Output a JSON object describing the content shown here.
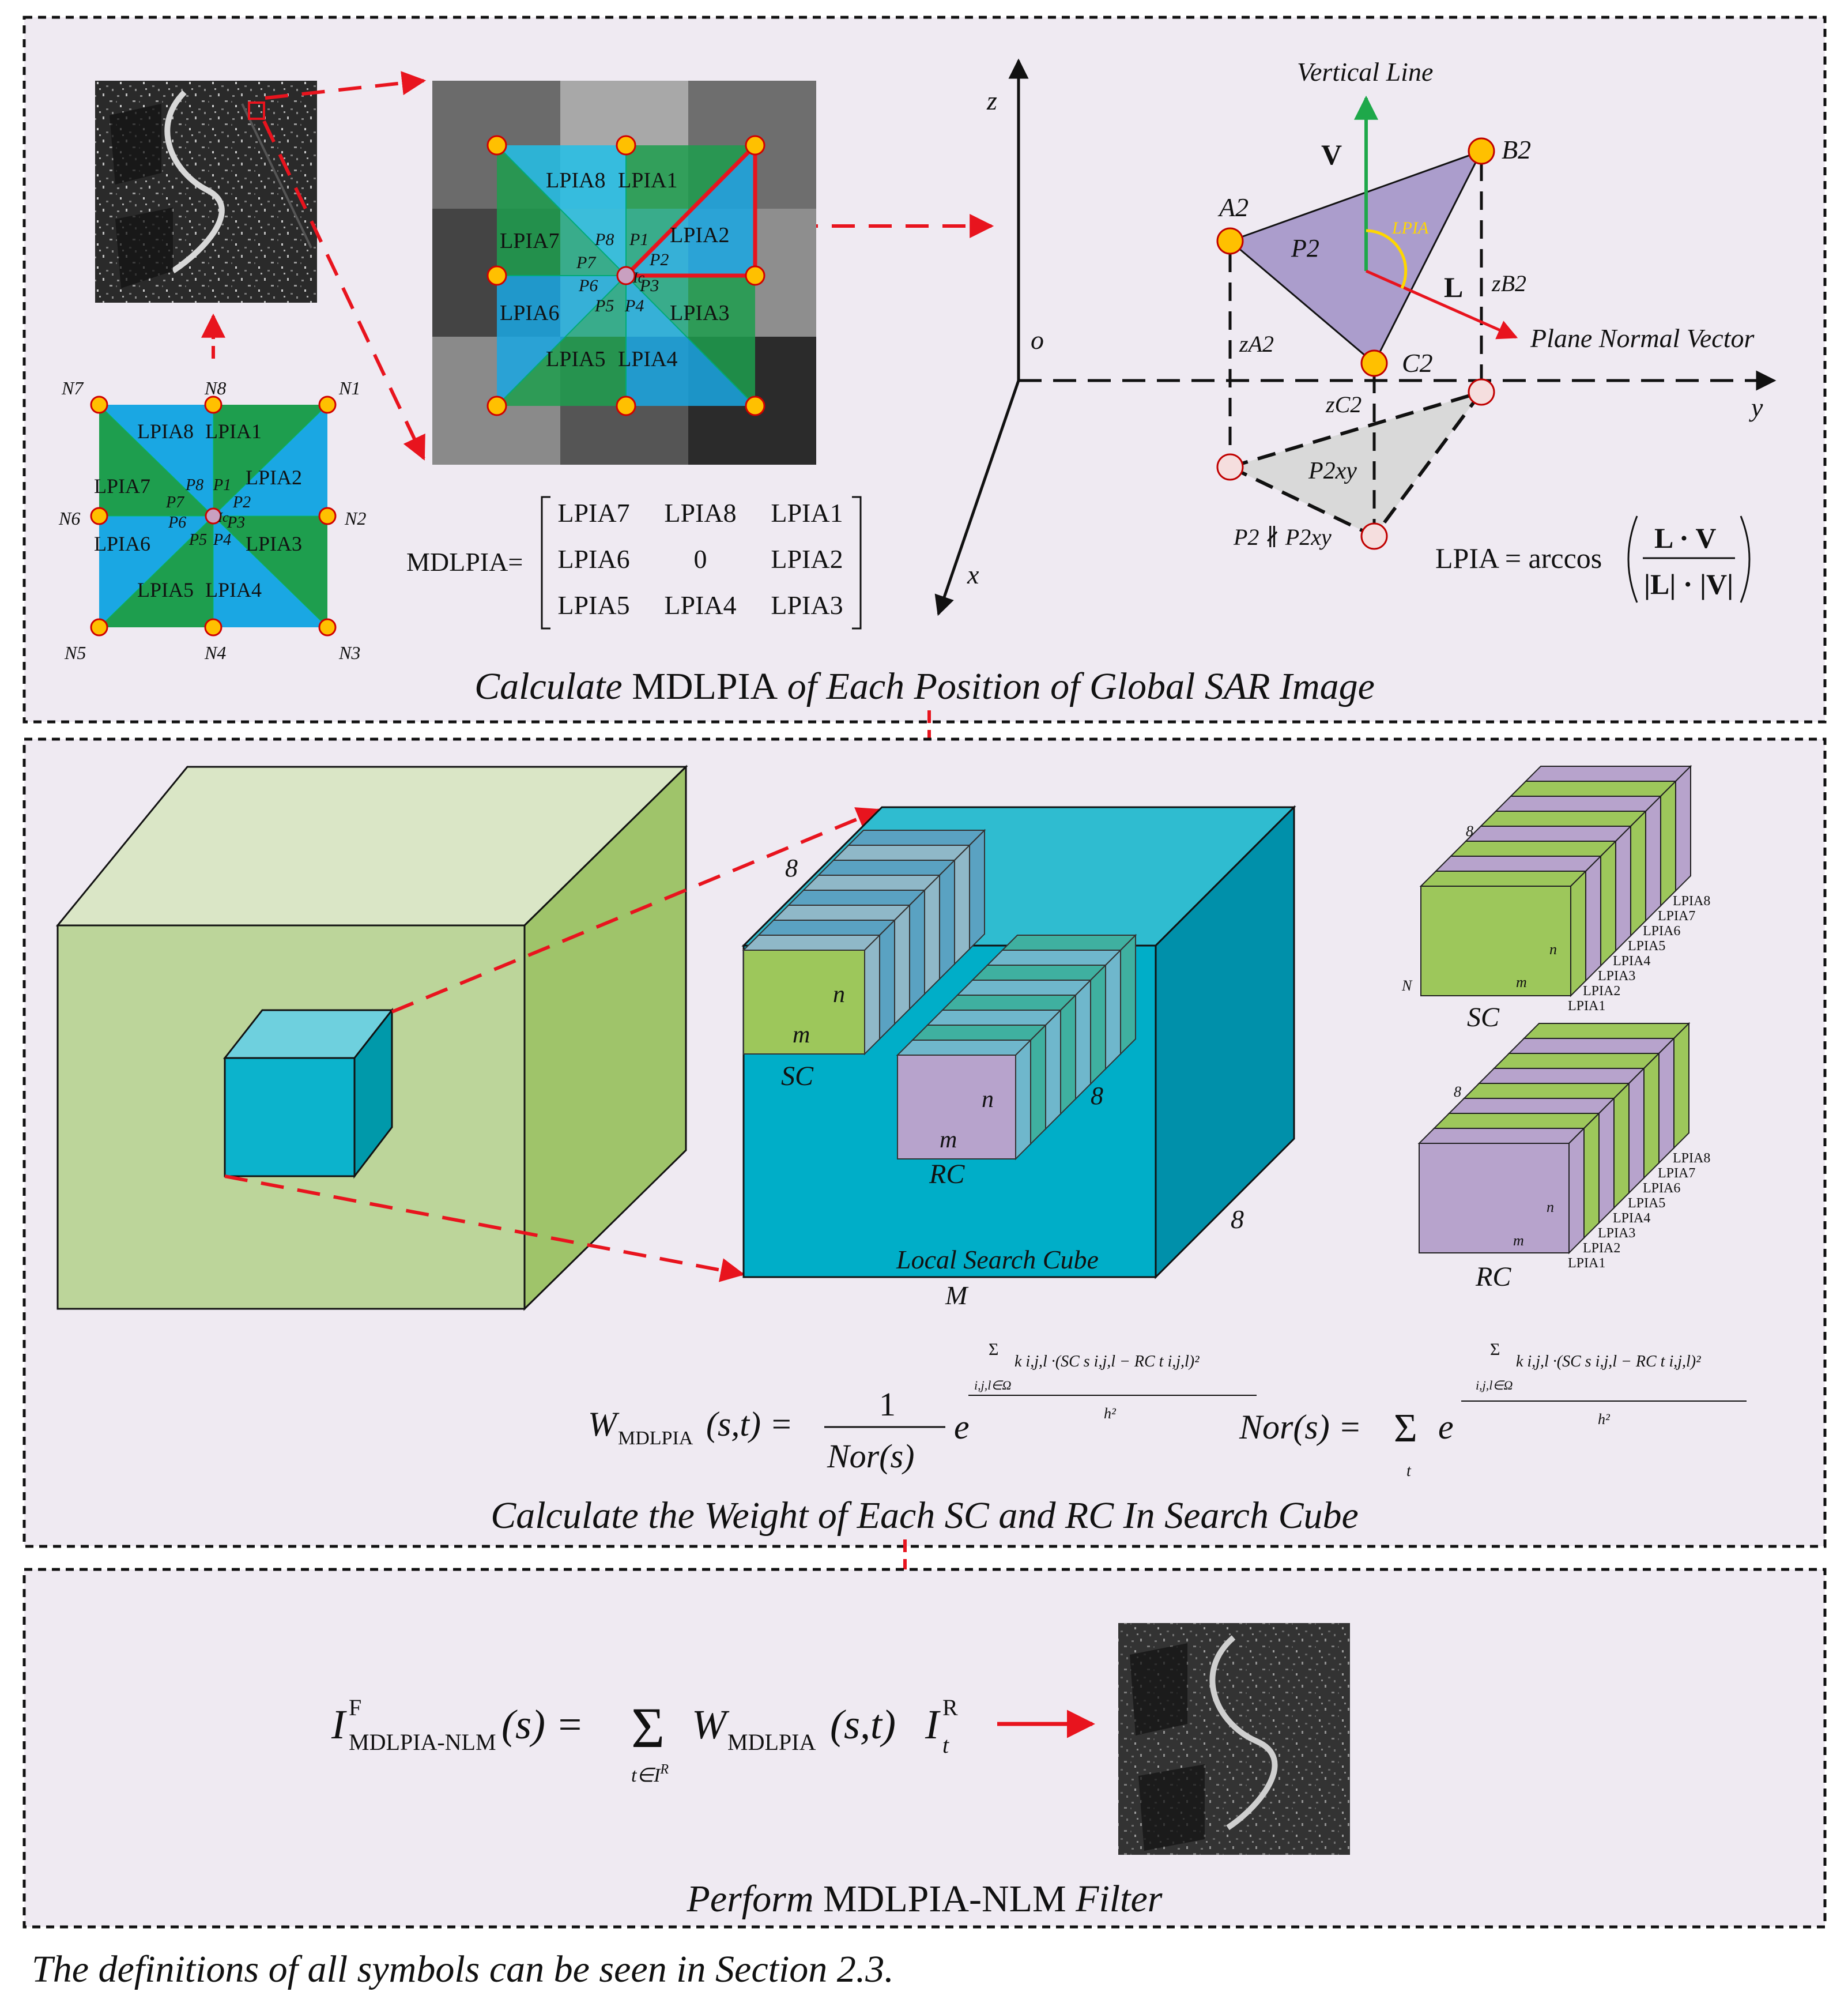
{
  "panel1": {
    "title_pre": "Calculate ",
    "title_mid": "MDLPIA",
    "title_post": " of Each Position of Global SAR Image",
    "neighbors": [
      "N1",
      "N2",
      "N3",
      "N4",
      "N5",
      "N6",
      "N7",
      "N8"
    ],
    "lpia_labels": [
      "LPIA1",
      "LPIA2",
      "LPIA3",
      "LPIA4",
      "LPIA5",
      "LPIA6",
      "LPIA7",
      "LPIA8"
    ],
    "p_labels": [
      "P1",
      "P2",
      "P3",
      "P4",
      "P5",
      "P6",
      "P7",
      "P8"
    ],
    "center_label": "Ic",
    "matrix_label": "MDLPIA=",
    "matrix_rows": [
      [
        "LPIA7",
        "LPIA8",
        "LPIA1"
      ],
      [
        "LPIA6",
        "0",
        "LPIA2"
      ],
      [
        "LPIA5",
        "LPIA4",
        "LPIA3"
      ]
    ],
    "axes": {
      "z": "z",
      "y": "y",
      "x": "x",
      "origin": "o"
    },
    "vertical_line": "Vertical Line",
    "plane_normal": "Plane Normal Vector",
    "points": {
      "a2": "A2",
      "b2": "B2",
      "c2": "C2"
    },
    "vec_v": "V",
    "vec_l": "L",
    "angle": "LPIA",
    "plane": "P2",
    "heights": {
      "a2": "zA2",
      "b2": "zB2",
      "c2": "zC2"
    },
    "projection": "P2xy",
    "parallel": "P2 ∦ P2xy",
    "formula": "LPIA = arccos",
    "formula_num": "L · V",
    "formula_den": "|L| · |V|"
  },
  "panel2": {
    "title": "Calculate the Weight of Each SC and RC In Search Cube",
    "search_cube": "Local Search Cube",
    "labels": {
      "sc": "SC",
      "rc": "RC",
      "m": "m",
      "n": "n",
      "M": "M",
      "N": "N",
      "eight": "8"
    },
    "layer_labels": [
      "LPIA1",
      "LPIA2",
      "LPIA3",
      "LPIA4",
      "LPIA5",
      "LPIA6",
      "LPIA7",
      "LPIA8"
    ],
    "weight_lhs": "W",
    "weight_sub": "MDLPIA",
    "weight_args": "(s,t) =",
    "one": "1",
    "nor_s": "Nor(s)",
    "exp_sum": "i,j,l∈Ω",
    "exp_body": "k i,j,l ·(SC s i,j,l − RC t i,j,l)²",
    "h2": "h²",
    "nor_lhs": "Nor(s) =",
    "nor_sub": "t",
    "e": "e"
  },
  "panel3": {
    "title_pre": "Perform ",
    "title_mid": "MDLPIA-NLM",
    "title_post": " Filter",
    "formula_I": "I",
    "formula_sup": "F",
    "formula_sub": "MDLPIA-NLM",
    "formula_s": "(s) =",
    "sum_sub": "t∈I",
    "sum_sub_sup": "R",
    "w": "W",
    "w_sub": "MDLPIA",
    "w_args": "(s,t)",
    "it": "I",
    "it_sup": "R",
    "it_sub": "t"
  },
  "footnote": "The definitions of all symbols can be seen in Section 2.3.",
  "colors": {
    "panel_bg": "#efeaf2",
    "green": "#1e9e4e",
    "blue": "#1aa7e3",
    "red": "#e8141e",
    "orange": "#ffc000",
    "purple": "#ab9dcc",
    "cyan": "#1bb6cc",
    "olive": "#bcd59a"
  }
}
